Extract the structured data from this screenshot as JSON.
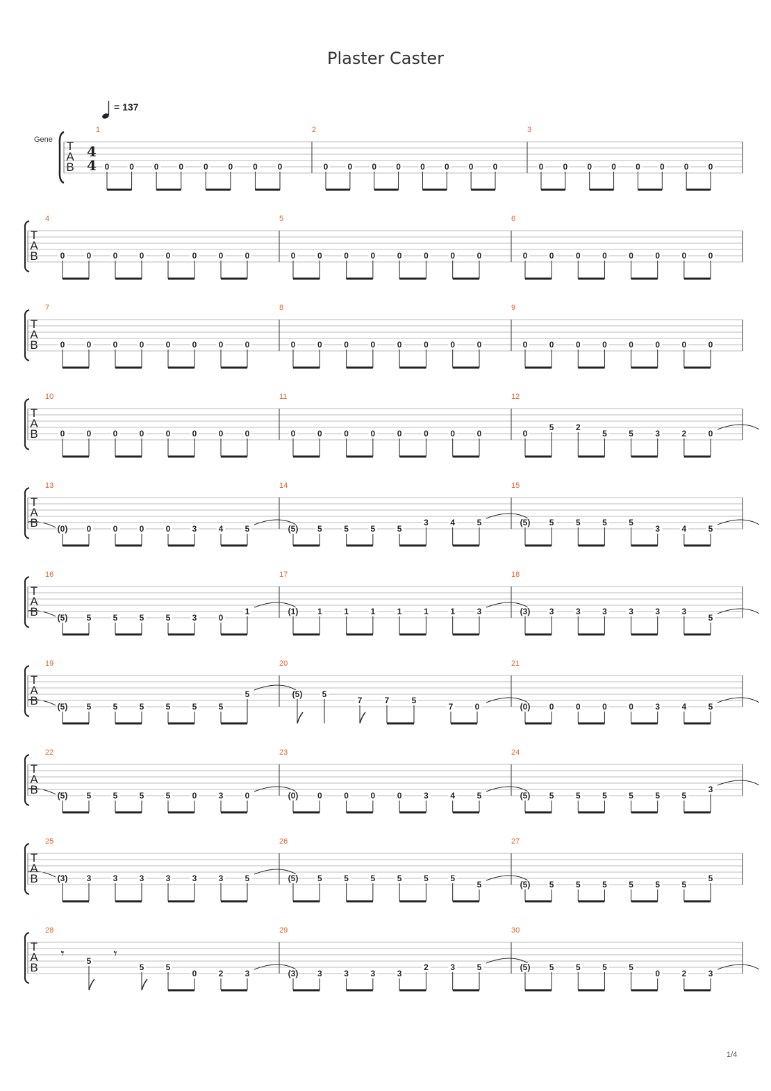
{
  "title": "Plaster Caster",
  "tempo": {
    "note": "quarter",
    "text": "= 137"
  },
  "instrument": "Gene",
  "time_signature": [
    "4",
    "4"
  ],
  "clef_letters": [
    "T",
    "A",
    "B"
  ],
  "page_number": "1/4",
  "accent_color": "#e8622c",
  "systems": [
    {
      "measures": [
        {
          "number": "1",
          "notes": [
            [
              "0",
              5
            ],
            [
              "0",
              5
            ],
            [
              "0",
              5
            ],
            [
              "0",
              5
            ],
            [
              "0",
              5
            ],
            [
              "0",
              5
            ],
            [
              "0",
              5
            ],
            [
              "0",
              5
            ]
          ]
        },
        {
          "number": "2",
          "notes": [
            [
              "0",
              5
            ],
            [
              "0",
              5
            ],
            [
              "0",
              5
            ],
            [
              "0",
              5
            ],
            [
              "0",
              5
            ],
            [
              "0",
              5
            ],
            [
              "0",
              5
            ],
            [
              "0",
              5
            ]
          ]
        },
        {
          "number": "3",
          "notes": [
            [
              "0",
              5
            ],
            [
              "0",
              5
            ],
            [
              "0",
              5
            ],
            [
              "0",
              5
            ],
            [
              "0",
              5
            ],
            [
              "0",
              5
            ],
            [
              "0",
              5
            ],
            [
              "0",
              5
            ]
          ]
        }
      ]
    },
    {
      "measures": [
        {
          "number": "4",
          "notes": [
            [
              "0",
              5
            ],
            [
              "0",
              5
            ],
            [
              "0",
              5
            ],
            [
              "0",
              5
            ],
            [
              "0",
              5
            ],
            [
              "0",
              5
            ],
            [
              "0",
              5
            ],
            [
              "0",
              5
            ]
          ]
        },
        {
          "number": "5",
          "notes": [
            [
              "0",
              5
            ],
            [
              "0",
              5
            ],
            [
              "0",
              5
            ],
            [
              "0",
              5
            ],
            [
              "0",
              5
            ],
            [
              "0",
              5
            ],
            [
              "0",
              5
            ],
            [
              "0",
              5
            ]
          ]
        },
        {
          "number": "6",
          "notes": [
            [
              "0",
              5
            ],
            [
              "0",
              5
            ],
            [
              "0",
              5
            ],
            [
              "0",
              5
            ],
            [
              "0",
              5
            ],
            [
              "0",
              5
            ],
            [
              "0",
              5
            ],
            [
              "0",
              5
            ]
          ]
        }
      ]
    },
    {
      "measures": [
        {
          "number": "7",
          "notes": [
            [
              "0",
              5
            ],
            [
              "0",
              5
            ],
            [
              "0",
              5
            ],
            [
              "0",
              5
            ],
            [
              "0",
              5
            ],
            [
              "0",
              5
            ],
            [
              "0",
              5
            ],
            [
              "0",
              5
            ]
          ]
        },
        {
          "number": "8",
          "notes": [
            [
              "0",
              5
            ],
            [
              "0",
              5
            ],
            [
              "0",
              5
            ],
            [
              "0",
              5
            ],
            [
              "0",
              5
            ],
            [
              "0",
              5
            ],
            [
              "0",
              5
            ],
            [
              "0",
              5
            ]
          ]
        },
        {
          "number": "9",
          "notes": [
            [
              "0",
              5
            ],
            [
              "0",
              5
            ],
            [
              "0",
              5
            ],
            [
              "0",
              5
            ],
            [
              "0",
              5
            ],
            [
              "0",
              5
            ],
            [
              "0",
              5
            ],
            [
              "0",
              5
            ]
          ]
        }
      ]
    },
    {
      "measures": [
        {
          "number": "10",
          "notes": [
            [
              "0",
              5
            ],
            [
              "0",
              5
            ],
            [
              "0",
              5
            ],
            [
              "0",
              5
            ],
            [
              "0",
              5
            ],
            [
              "0",
              5
            ],
            [
              "0",
              5
            ],
            [
              "0",
              5
            ]
          ]
        },
        {
          "number": "11",
          "notes": [
            [
              "0",
              5
            ],
            [
              "0",
              5
            ],
            [
              "0",
              5
            ],
            [
              "0",
              5
            ],
            [
              "0",
              5
            ],
            [
              "0",
              5
            ],
            [
              "0",
              5
            ],
            [
              "0",
              5
            ]
          ]
        },
        {
          "number": "12",
          "notes": [
            [
              "0",
              5
            ],
            [
              "5",
              4
            ],
            [
              "2",
              4
            ],
            [
              "5",
              5
            ],
            [
              "5",
              5
            ],
            [
              "3",
              5
            ],
            [
              "2",
              5
            ],
            [
              "0",
              5
            ]
          ],
          "tie_out": true
        }
      ]
    },
    {
      "measures": [
        {
          "number": "13",
          "notes": [
            [
              "(0)",
              6
            ],
            [
              "0",
              6
            ],
            [
              "0",
              6
            ],
            [
              "0",
              6
            ],
            [
              "0",
              6
            ],
            [
              "3",
              6
            ],
            [
              "4",
              6
            ],
            [
              "5",
              6
            ]
          ],
          "tie_out": true
        },
        {
          "number": "14",
          "notes": [
            [
              "(5)",
              6
            ],
            [
              "5",
              6
            ],
            [
              "5",
              6
            ],
            [
              "5",
              6
            ],
            [
              "5",
              6
            ],
            [
              "3",
              5
            ],
            [
              "4",
              5
            ],
            [
              "5",
              5
            ]
          ],
          "tie_out": true
        },
        {
          "number": "15",
          "notes": [
            [
              "(5)",
              5
            ],
            [
              "5",
              5
            ],
            [
              "5",
              5
            ],
            [
              "5",
              5
            ],
            [
              "5",
              5
            ],
            [
              "3",
              6
            ],
            [
              "4",
              6
            ],
            [
              "5",
              6
            ]
          ],
          "tie_out": true
        }
      ]
    },
    {
      "measures": [
        {
          "number": "16",
          "notes": [
            [
              "(5)",
              6
            ],
            [
              "5",
              6
            ],
            [
              "5",
              6
            ],
            [
              "5",
              6
            ],
            [
              "5",
              6
            ],
            [
              "3",
              6
            ],
            [
              "0",
              6
            ],
            [
              "1",
              5
            ]
          ],
          "tie_out": true
        },
        {
          "number": "17",
          "notes": [
            [
              "(1)",
              5
            ],
            [
              "1",
              5
            ],
            [
              "1",
              5
            ],
            [
              "1",
              5
            ],
            [
              "1",
              5
            ],
            [
              "1",
              5
            ],
            [
              "1",
              5
            ],
            [
              "3",
              5
            ]
          ],
          "tie_out": true
        },
        {
          "number": "18",
          "notes": [
            [
              "(3)",
              5
            ],
            [
              "3",
              5
            ],
            [
              "3",
              5
            ],
            [
              "3",
              5
            ],
            [
              "3",
              5
            ],
            [
              "3",
              5
            ],
            [
              "3",
              5
            ],
            [
              "5",
              6
            ]
          ],
          "tie_out": true
        }
      ]
    },
    {
      "measures": [
        {
          "number": "19",
          "notes": [
            [
              "(5)",
              6
            ],
            [
              "5",
              6
            ],
            [
              "5",
              6
            ],
            [
              "5",
              6
            ],
            [
              "5",
              6
            ],
            [
              "5",
              6
            ],
            [
              "5",
              6
            ],
            [
              "5",
              4
            ]
          ],
          "tie_out": true
        },
        {
          "number": "20",
          "notes": [
            [
              "(5)",
              4,
              "single"
            ],
            [
              "5",
              4,
              "quarter"
            ],
            [
              "7",
              5,
              "single"
            ],
            [
              "7",
              5,
              "pair"
            ],
            [
              "5",
              5,
              "pair"
            ],
            [
              "7",
              6,
              "pair"
            ],
            [
              "0",
              6,
              "pair"
            ]
          ],
          "tie_out": true,
          "custom": true
        },
        {
          "number": "21",
          "notes": [
            [
              "(0)",
              6
            ],
            [
              "0",
              6
            ],
            [
              "0",
              6
            ],
            [
              "0",
              6
            ],
            [
              "0",
              6
            ],
            [
              "3",
              6
            ],
            [
              "4",
              6
            ],
            [
              "5",
              6
            ]
          ],
          "tie_out": true
        }
      ]
    },
    {
      "measures": [
        {
          "number": "22",
          "notes": [
            [
              "(5)",
              6
            ],
            [
              "5",
              6
            ],
            [
              "5",
              6
            ],
            [
              "5",
              6
            ],
            [
              "5",
              6
            ],
            [
              "0",
              6
            ],
            [
              "3",
              6
            ],
            [
              "0",
              6
            ]
          ],
          "tie_out": true
        },
        {
          "number": "23",
          "notes": [
            [
              "(0)",
              6
            ],
            [
              "0",
              6
            ],
            [
              "0",
              6
            ],
            [
              "0",
              6
            ],
            [
              "0",
              6
            ],
            [
              "3",
              6
            ],
            [
              "4",
              6
            ],
            [
              "5",
              6
            ]
          ],
          "tie_out": true
        },
        {
          "number": "24",
          "notes": [
            [
              "(5)",
              6
            ],
            [
              "5",
              6
            ],
            [
              "5",
              6
            ],
            [
              "5",
              6
            ],
            [
              "5",
              6
            ],
            [
              "5",
              6
            ],
            [
              "5",
              6
            ],
            [
              "3",
              5
            ]
          ],
          "tie_out": true
        }
      ]
    },
    {
      "measures": [
        {
          "number": "25",
          "notes": [
            [
              "(3)",
              5
            ],
            [
              "3",
              5
            ],
            [
              "3",
              5
            ],
            [
              "3",
              5
            ],
            [
              "3",
              5
            ],
            [
              "3",
              5
            ],
            [
              "3",
              5
            ],
            [
              "5",
              5
            ]
          ],
          "tie_out": true
        },
        {
          "number": "26",
          "notes": [
            [
              "(5)",
              5
            ],
            [
              "5",
              5
            ],
            [
              "5",
              5
            ],
            [
              "5",
              5
            ],
            [
              "5",
              5
            ],
            [
              "5",
              5
            ],
            [
              "5",
              5
            ],
            [
              "5",
              6
            ]
          ],
          "tie_out": true
        },
        {
          "number": "27",
          "notes": [
            [
              "(5)",
              6
            ],
            [
              "5",
              6
            ],
            [
              "5",
              6
            ],
            [
              "5",
              6
            ],
            [
              "5",
              6
            ],
            [
              "5",
              6
            ],
            [
              "5",
              6
            ],
            [
              "5",
              5
            ]
          ]
        }
      ]
    },
    {
      "measures": [
        {
          "number": "28",
          "notes": [
            [
              "rest",
              0,
              "rest"
            ],
            [
              "5",
              4,
              "single"
            ],
            [
              "rest",
              0,
              "rest"
            ],
            [
              "5",
              5,
              "single"
            ],
            [
              "5",
              5,
              "pair"
            ],
            [
              "0",
              6,
              "pair"
            ],
            [
              "2",
              6,
              "pair"
            ],
            [
              "3",
              6,
              "pair"
            ]
          ],
          "tie_out": true,
          "custom": true
        },
        {
          "number": "29",
          "notes": [
            [
              "(3)",
              6
            ],
            [
              "3",
              6
            ],
            [
              "3",
              6
            ],
            [
              "3",
              6
            ],
            [
              "3",
              6
            ],
            [
              "2",
              5
            ],
            [
              "3",
              5
            ],
            [
              "5",
              5
            ]
          ],
          "tie_out": true
        },
        {
          "number": "30",
          "notes": [
            [
              "(5)",
              5
            ],
            [
              "5",
              5
            ],
            [
              "5",
              5
            ],
            [
              "5",
              5
            ],
            [
              "5",
              5
            ],
            [
              "0",
              6
            ],
            [
              "2",
              6
            ],
            [
              "3",
              6
            ]
          ],
          "tie_out": true
        }
      ]
    }
  ]
}
